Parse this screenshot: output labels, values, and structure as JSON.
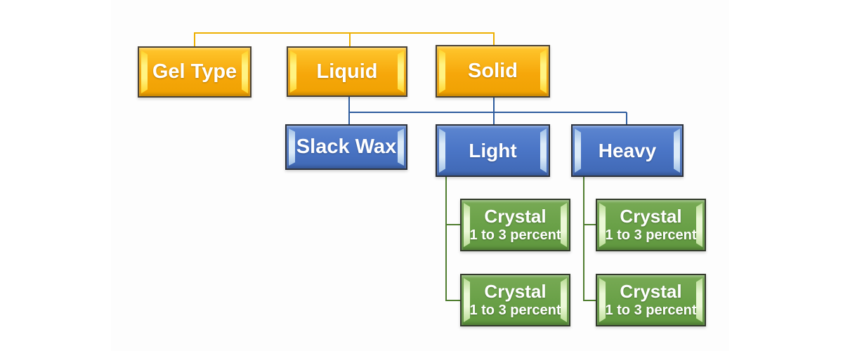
{
  "diagram": {
    "type": "hierarchy-flowchart",
    "nodes": [
      {
        "id": "gel-type",
        "label": "Gel Type",
        "level": 1,
        "color_group": "yellow"
      },
      {
        "id": "liquid",
        "label": "Liquid",
        "level": 1,
        "color_group": "yellow"
      },
      {
        "id": "solid",
        "label": "Solid",
        "level": 1,
        "color_group": "yellow"
      },
      {
        "id": "slack-wax",
        "label": "Slack Wax",
        "level": 2,
        "color_group": "blue",
        "parent": "Liquid"
      },
      {
        "id": "light",
        "label": "Light",
        "level": 2,
        "color_group": "blue",
        "parent": "Solid"
      },
      {
        "id": "heavy",
        "label": "Heavy",
        "level": 2,
        "color_group": "blue",
        "parent": "Solid"
      },
      {
        "id": "crystal-light-top",
        "label": "Crystal",
        "sublabel": "1 to 3 percent",
        "level": 3,
        "color_group": "green",
        "parent": "Light"
      },
      {
        "id": "crystal-light-bottom",
        "label": "Crystal",
        "sublabel": "1 to 3 percent",
        "level": 3,
        "color_group": "green",
        "parent": "Light"
      },
      {
        "id": "crystal-heavy-top",
        "label": "Crystal",
        "sublabel": "1 to 3 percent",
        "level": 3,
        "color_group": "green",
        "parent": "Heavy"
      },
      {
        "id": "crystal-heavy-bottom",
        "label": "Crystal",
        "sublabel": "1 to 3 percent",
        "level": 3,
        "color_group": "green",
        "parent": "Heavy"
      }
    ],
    "connector_colors": {
      "top_level": "#edaf00",
      "mid_level": "#2e5c9e",
      "bottom_level": "#4f7d2f"
    },
    "node_colors": {
      "yellow_fill": "#f6a70a",
      "blue_fill": "#4a75c6",
      "green_fill": "#6aa148",
      "text": "#ffffff"
    }
  }
}
